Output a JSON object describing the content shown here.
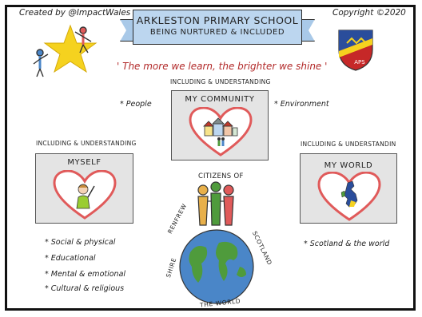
{
  "header": {
    "credit": "Created by @ImpactWales",
    "copyright": "Copyright ©2020",
    "title_line1": "ARKLESTON PRIMARY SCHOOL",
    "title_line2": "BEING NURTURED & INCLUDED",
    "motto": "' The more we learn, the brighter we shine '",
    "crest_text": "APS"
  },
  "sections": {
    "community": {
      "caption": "INCLUDING & UNDERSTANDING",
      "title": "MY COMMUNITY",
      "left_note": "* People",
      "right_note": "* Environment"
    },
    "myself": {
      "caption": "INCLUDING & UNDERSTANDING",
      "title": "MYSELF",
      "notes": [
        "* Social & physical",
        "* Educational",
        "* Mental & emotional",
        "* Cultural & religious"
      ]
    },
    "world": {
      "caption": "INCLUDING & UNDERSTANDIN",
      "title": "MY WORLD",
      "note": "* Scotland & the world"
    }
  },
  "globe": {
    "caption": "CITIZENS OF",
    "left_arc": "RENFREW",
    "left_arc2": "SHIRE",
    "right_arc": "SCOTLAND",
    "bottom_arc": "THE WORLD"
  },
  "colors": {
    "banner": "#bcd6ef",
    "heart": "#e05a5a",
    "motto": "#b22a2a",
    "panel": "#e4e4e4",
    "star": "#f5d21f",
    "ocean": "#4a86c8",
    "land": "#4f9b3c"
  }
}
